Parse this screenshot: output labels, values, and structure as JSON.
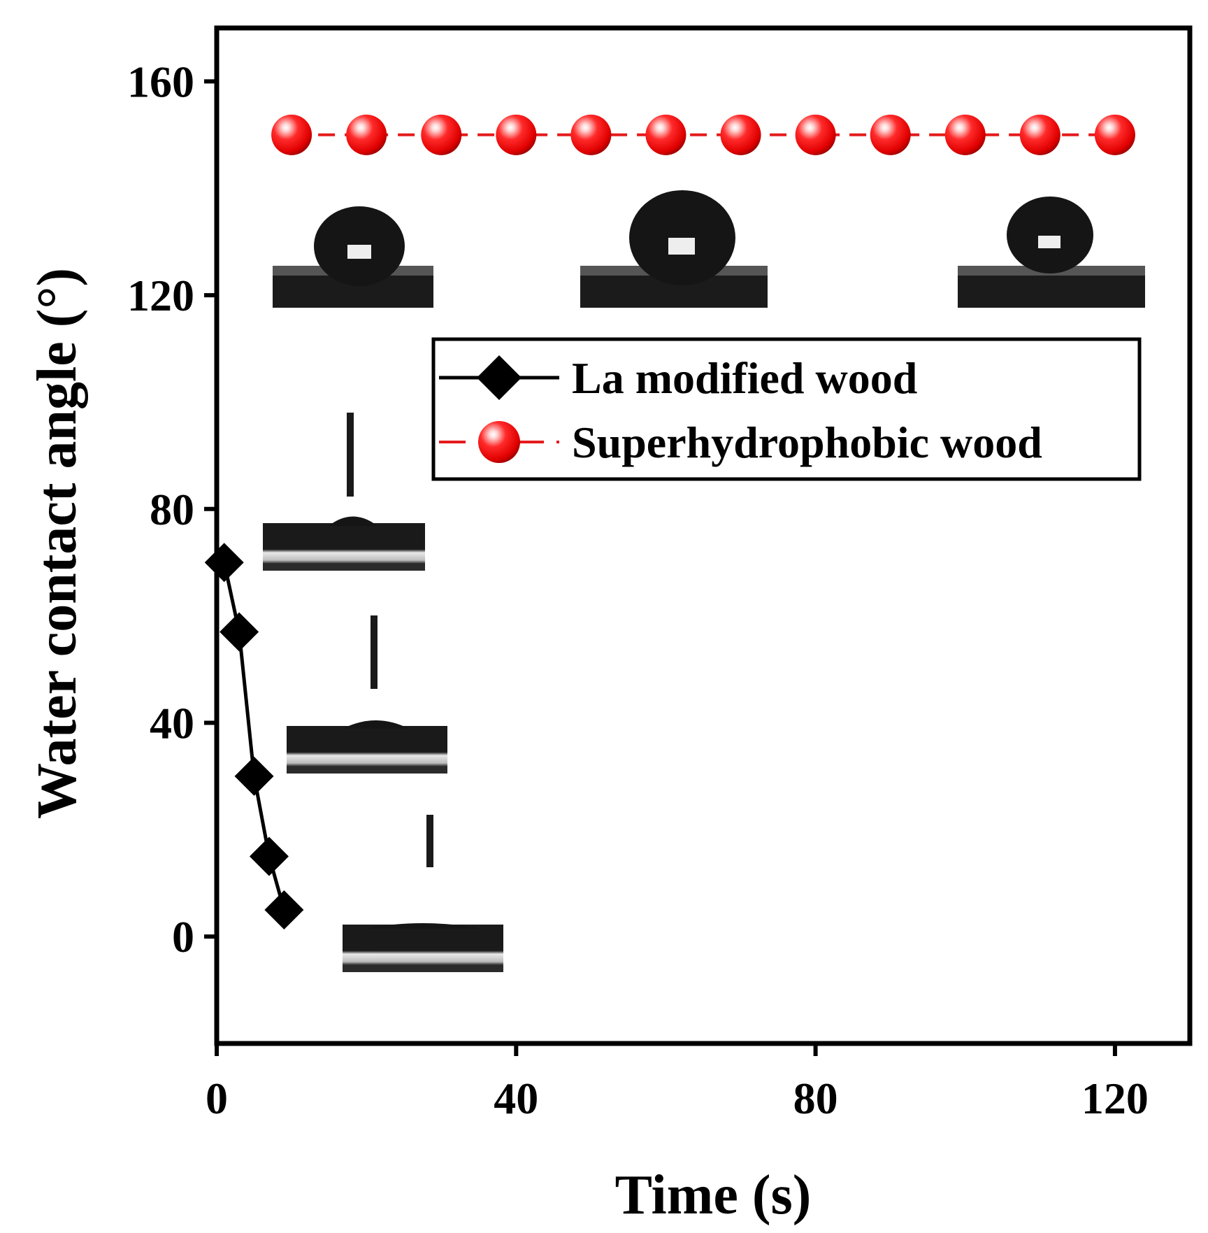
{
  "chart_data": {
    "type": "line",
    "xlabel": "Time (s)",
    "ylabel": "Water contact angle (°)",
    "xlim": [
      0,
      130
    ],
    "ylim": [
      -20,
      170
    ],
    "xticks": [
      0,
      40,
      80,
      120
    ],
    "yticks": [
      0,
      40,
      80,
      120,
      160
    ],
    "legend_position": "top-right",
    "series": [
      {
        "name": "La modified wood",
        "marker": "diamond",
        "line_style": "solid",
        "color": "#000000",
        "x": [
          1,
          3,
          5,
          7,
          9
        ],
        "y": [
          70,
          57,
          30,
          15,
          5
        ]
      },
      {
        "name": "Superhydrophobic wood",
        "marker": "sphere",
        "line_style": "dashed",
        "color": "#e41a1c",
        "x": [
          10,
          20,
          30,
          40,
          50,
          60,
          70,
          80,
          90,
          100,
          110,
          120
        ],
        "y": [
          150,
          150,
          150,
          150,
          150,
          150,
          150,
          150,
          150,
          150,
          150,
          150
        ]
      }
    ]
  }
}
